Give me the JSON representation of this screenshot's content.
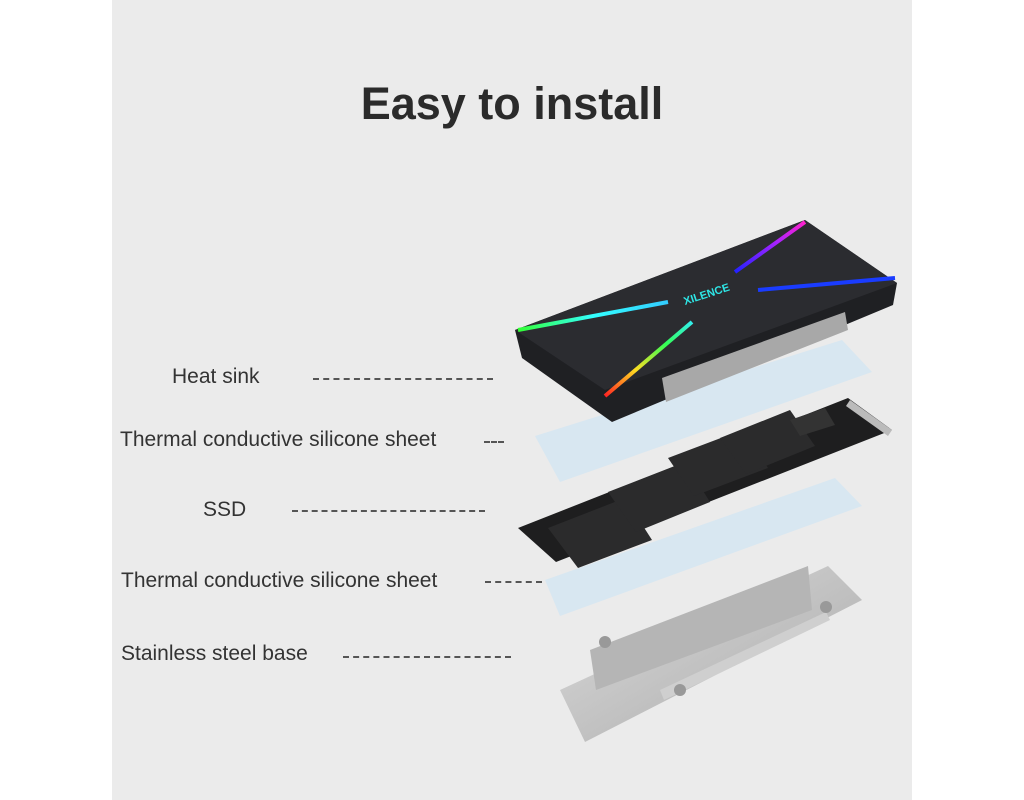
{
  "title": "Easy to install",
  "brand_logo": "XILENCE",
  "labels": {
    "heat_sink": "Heat sink",
    "sheet_top": "Thermal conductive silicone sheet",
    "ssd": "SSD",
    "sheet_bottom": "Thermal conductive silicone sheet",
    "base": "Stainless steel base"
  },
  "colors": {
    "background": "#ebebeb",
    "title": "#2b2b2b",
    "heatsink": "#2a2b2e",
    "sheet": "#d6e6f0",
    "base": "#c4c4c4"
  }
}
